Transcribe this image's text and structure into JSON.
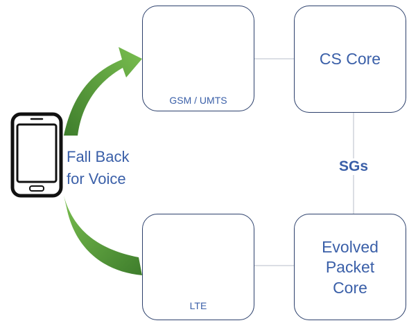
{
  "nodes": {
    "gsm_umts": {
      "label": "GSM / UMTS"
    },
    "cs_core": {
      "label": "CS Core"
    },
    "lte": {
      "label": "LTE"
    },
    "epc": {
      "lines": [
        "Evolved",
        "Packet",
        "Core"
      ]
    }
  },
  "edges": {
    "sgs": {
      "label": "SGs"
    }
  },
  "annotation": {
    "lines": [
      "Fall Back",
      "for Voice"
    ]
  },
  "colors": {
    "box_border": "#2b3f6b",
    "text": "#3a5fa8",
    "arrow_green": "#5aa038",
    "signal_green": "#2fb34a",
    "connector": "#cfd4dc",
    "phone": "#111111"
  },
  "icons": {
    "phone": "smartphone-icon",
    "tower": "cell-tower-icon",
    "signal": "signal-waves-icon",
    "arrow": "curved-arrow-icon"
  }
}
